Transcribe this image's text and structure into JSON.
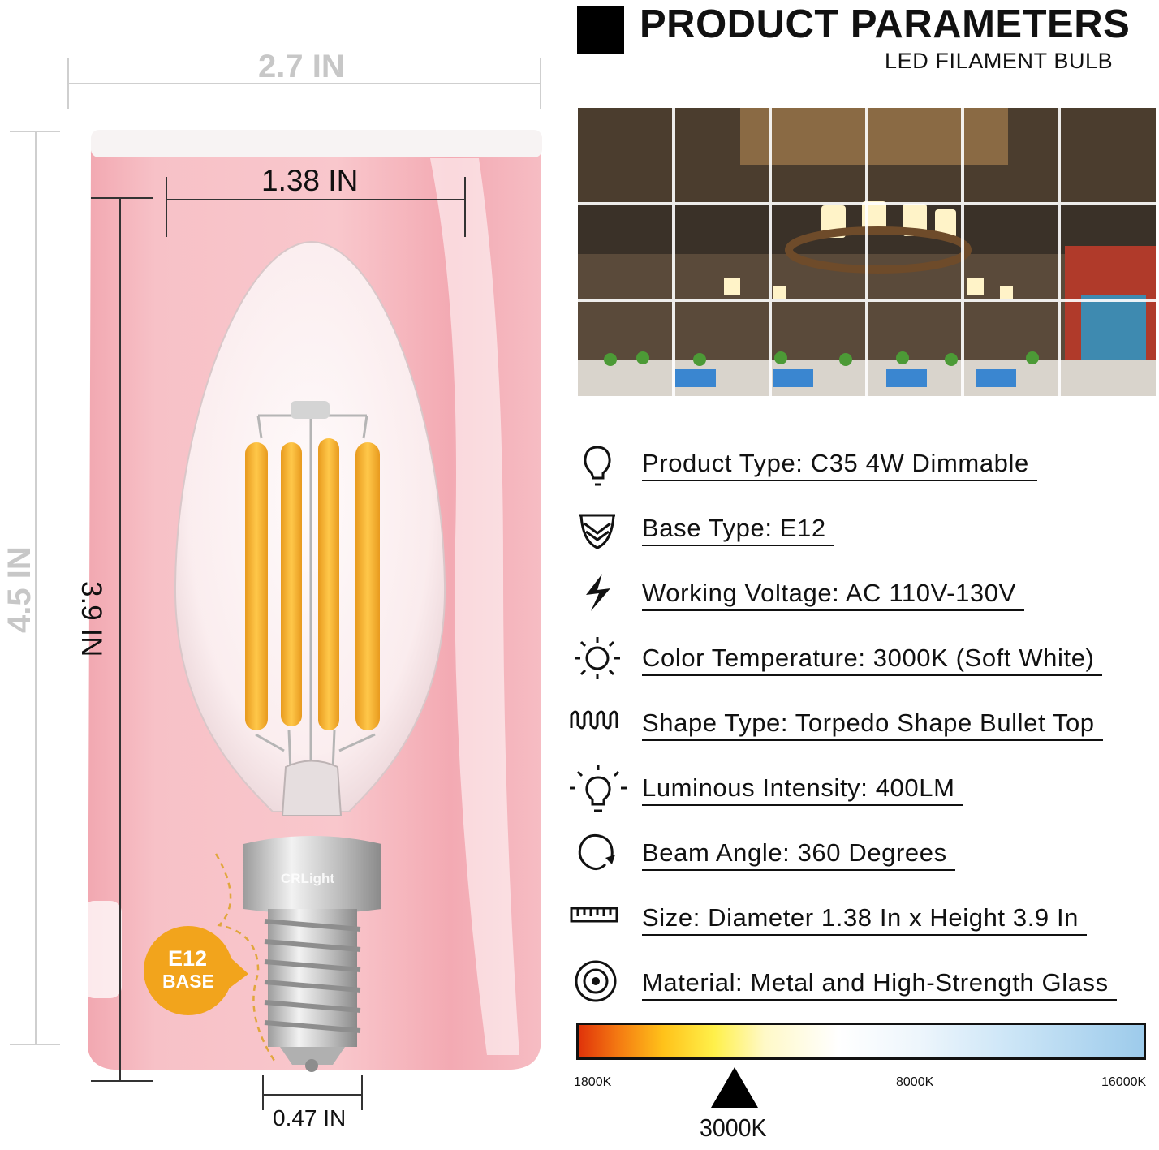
{
  "header": {
    "title": "PRODUCT PARAMETERS",
    "subtitle": "LED FILAMENT BULB"
  },
  "dimensions": {
    "can_width": "2.7 IN",
    "can_height": "4.5 IN",
    "bulb_diameter": "1.38 IN",
    "bulb_height": "3.9 IN",
    "base_width": "0.47 IN",
    "base_badge_line1": "E12",
    "base_badge_line2": "BASE",
    "brand_mark": "CRLight"
  },
  "specs": [
    {
      "icon": "bulb-icon",
      "label": "Product Type: C35 4W Dimmable"
    },
    {
      "icon": "base-icon",
      "label": "Base Type: E12"
    },
    {
      "icon": "lightning-icon",
      "label": "Working Voltage: AC 110V-130V"
    },
    {
      "icon": "sun-icon",
      "label": "Color Temperature: 3000K (Soft White)"
    },
    {
      "icon": "filament-icon",
      "label": "Shape Type: Torpedo Shape Bullet Top"
    },
    {
      "icon": "glowing-bulb-icon",
      "label": "Luminous Intensity: 400LM"
    },
    {
      "icon": "rotate-icon",
      "label": "Beam Angle: 360 Degrees"
    },
    {
      "icon": "ruler-icon",
      "label": "Size: Diameter 1.38 In x Height 3.9 In"
    },
    {
      "icon": "target-icon",
      "label": "Material: Metal and High-Strength Glass"
    }
  ],
  "color_temperature": {
    "min_label": "1800K",
    "mid_label": "8000K",
    "max_label": "16000K",
    "current": "3000K",
    "current_value": 3000,
    "min_value": 1800,
    "max_value": 16000
  },
  "colors": {
    "can_pink": "#f6b9c0",
    "filament": "#f7b531",
    "badge": "#f2a41c"
  }
}
